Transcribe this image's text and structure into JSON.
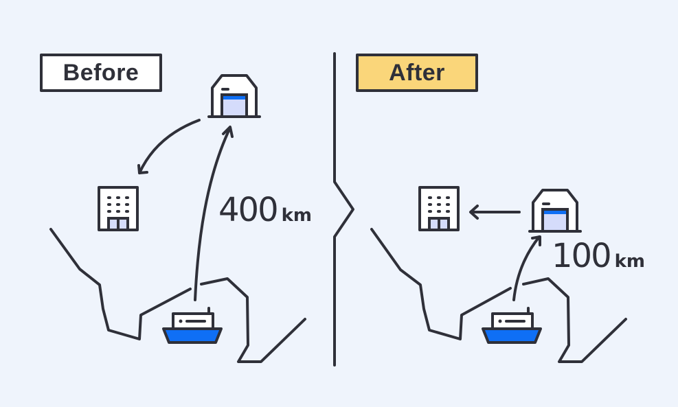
{
  "panels": {
    "before": {
      "label": "Before",
      "distance_value": "400",
      "distance_unit": "km"
    },
    "after": {
      "label": "After",
      "distance_value": "100",
      "distance_unit": "km"
    }
  },
  "colors": {
    "background": "#eff4fc",
    "stroke": "#2f3039",
    "after_label_fill": "#fad67a",
    "ship_hull": "#0f6ff5",
    "warehouse_door": "#d5dcfb",
    "warehouse_stripe": "#0f6ff5"
  },
  "icons": {
    "warehouse": "warehouse-icon",
    "office": "office-building-icon",
    "ship": "cargo-ship-icon"
  }
}
